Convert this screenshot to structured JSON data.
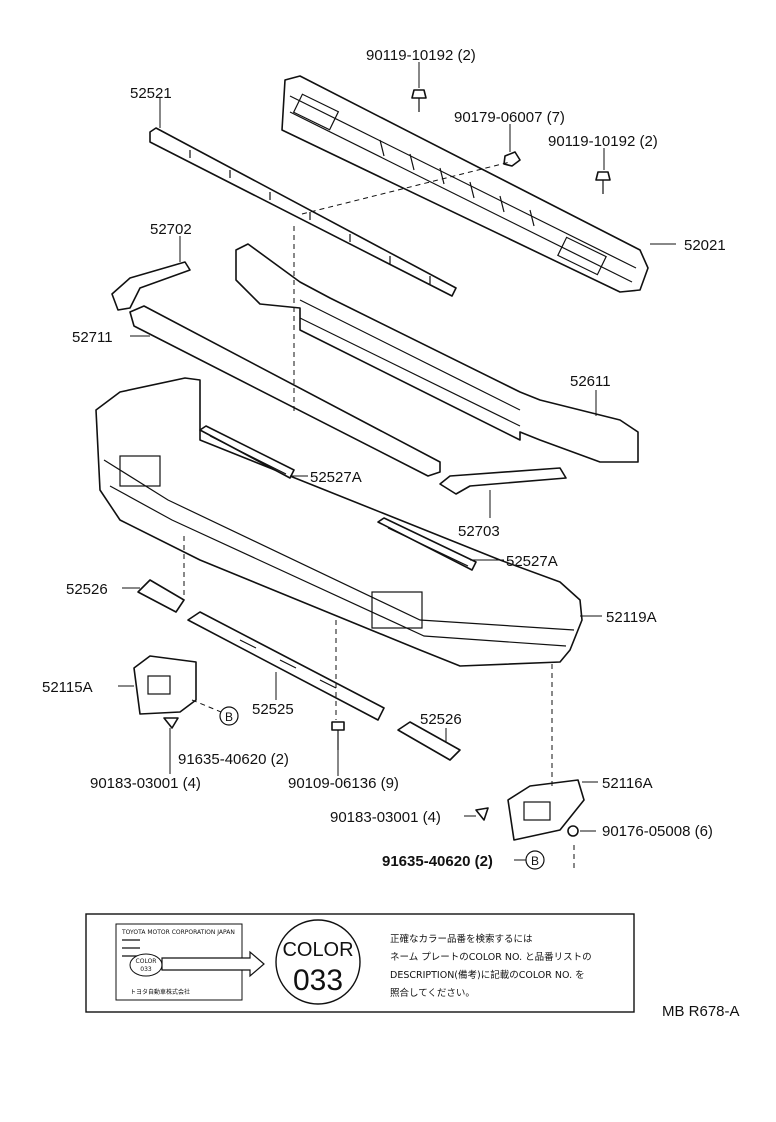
{
  "parts": {
    "p52521": "52521",
    "p90119_top": "90119-10192 (2)",
    "p90179": "90179-06007 (7)",
    "p90119_right": "90119-10192 (2)",
    "p52021": "52021",
    "p52702": "52702",
    "p52711": "52711",
    "p52611": "52611",
    "p52527A_left": "52527A",
    "p52703": "52703",
    "p52527A_right": "52527A",
    "p52526_left": "52526",
    "p52119A": "52119A",
    "p52115A": "52115A",
    "p52525": "52525",
    "p52526_right": "52526",
    "p91635_left": "91635-40620 (2)",
    "p90183_left": "90183-03001 (4)",
    "p90109": "90109-06136 (9)",
    "p52116A": "52116A",
    "p90183_right": "90183-03001 (4)",
    "p90176": "90176-05008 (6)",
    "p91635_right": "91635-40620 (2)"
  },
  "markers": {
    "b_left": "B",
    "b_right": "B"
  },
  "color_box": {
    "plate_header": "TOYOTA MOTOR CORPORATION JAPAN",
    "plate_color_word": "COLOR",
    "plate_color_code": "033",
    "plate_footer": "トヨタ自動車株式会社",
    "circle_word": "COLOR",
    "circle_code": "033",
    "note_line1": "正確なカラー品番を検索するには",
    "note_line2": "ネーム プレートのCOLOR NO. と品番リストの",
    "note_line3": "DESCRIPTION(備考)に記載のCOLOR NO. を",
    "note_line4": "照合してください。"
  },
  "footer": {
    "code": "MB  R678-A"
  }
}
